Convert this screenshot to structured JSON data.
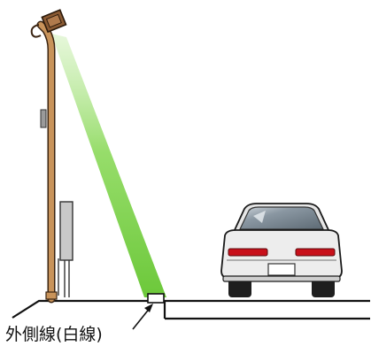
{
  "caption": {
    "text": "外側線(白線)"
  },
  "scene": {
    "objects": [
      "street-lamp",
      "sensor-box",
      "light-beam",
      "road-surface",
      "curb-step",
      "white-line-marker",
      "car-rear"
    ],
    "colors": {
      "pole": "#c8935a",
      "pole_outline": "#3a2412",
      "lamp_head": "#8a5a33",
      "beam": "#7cd44a",
      "sensor_box": "#c9c9c9",
      "car_body": "#ededed",
      "car_window": "#6f7d88",
      "tail_light": "#c8101a",
      "tire": "#1e1e1e",
      "road_line": "#111111"
    }
  }
}
